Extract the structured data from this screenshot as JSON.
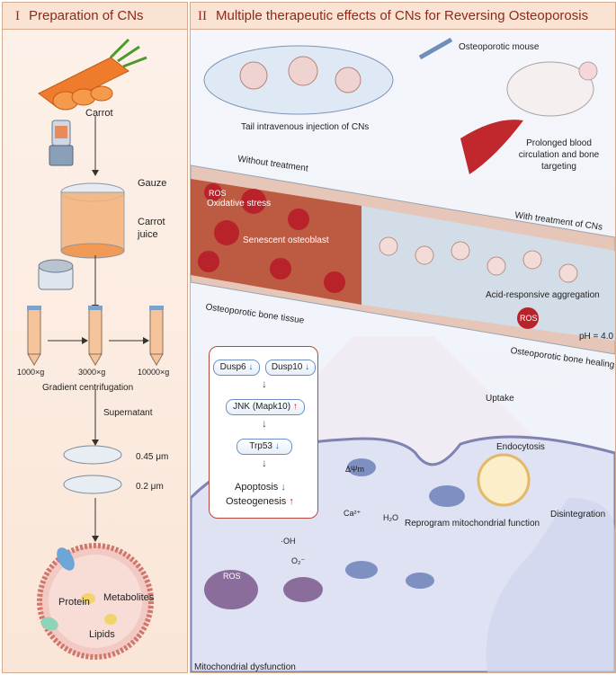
{
  "left_panel": {
    "numeral": "I",
    "title": "Preparation of CNs",
    "carrot_label": "Carrot",
    "gauze_label": "Gauze",
    "juice_label": "Carrot juice",
    "centrifuge_speeds": [
      "1000×g",
      "3000×g",
      "10000×g"
    ],
    "gradient_label": "Gradient centrifugation",
    "supernatant_label": "Supernatant",
    "filter_sizes": [
      "0.45 μm",
      "0.2 μm"
    ],
    "vesicle_labels": {
      "protein": "Protein",
      "metabolites": "Metabolites",
      "lipids": "Lipids"
    }
  },
  "right_panel": {
    "numeral": "II",
    "title": "Multiple therapeutic effects of CNs for Reversing Osteoporosis",
    "mouse_label": "Osteoporotic mouse",
    "injection_label": "Tail intravenous injection of CNs",
    "circulation_label": "Prolonged blood circulation and bone targeting",
    "without_treatment": "Without treatment",
    "oxidative_stress": "Oxidative stress",
    "senescent": "Senescent osteoblast",
    "with_treatment": "With treatment of CNs",
    "acid_aggregation": "Acid-responsive aggregation",
    "ph_label": "pH = 4.0",
    "bone_tissue": "Osteoporotic bone tissue",
    "bone_healing": "Osteoporotic bone healing",
    "ros": "ROS",
    "uptake": "Uptake",
    "endocytosis": "Endocytosis",
    "disintegration": "Disintegration",
    "reprogram": "Reprogram mitochondrial function",
    "mito_dysfunction": "Mitochondrial dysfunction",
    "delta_psi": "ΔΨm",
    "molecules": {
      "ca": "Ca²⁺",
      "h2o": "H₂O",
      "oh": "·OH",
      "o2": "O₂⁻"
    },
    "pathway": {
      "dusp6": "Dusp6",
      "dusp10": "Dusp10",
      "jnk": "JNK (Mapk10)",
      "trp53": "Trp53",
      "apoptosis": "Apoptosis",
      "osteogenesis": "Osteogenesis"
    }
  },
  "colors": {
    "header_text": "#8b2a1e",
    "border": "#d9a98b",
    "ros": "#b8232b",
    "down_arrow": "#1f66c2",
    "up_arrow": "#c32424"
  }
}
